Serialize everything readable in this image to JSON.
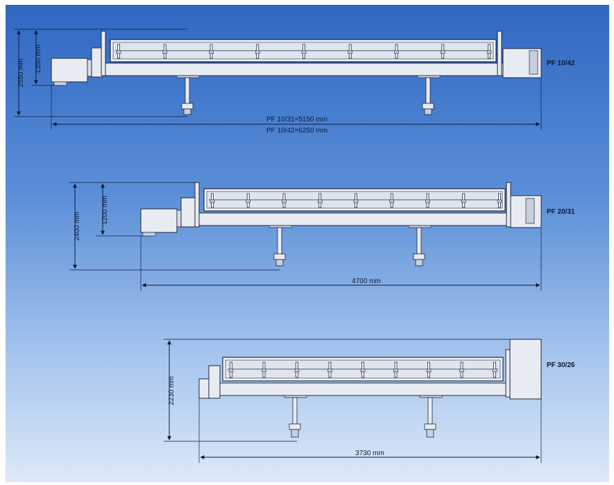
{
  "machines": [
    {
      "id": "pf1042",
      "model": "PF 10/42",
      "dim_height_total": "2550 mm",
      "dim_height_body": "1350 mm",
      "dim_length_1": "PF 10/31=5150 mm",
      "dim_length_2": "PF 10/42=6250 mm",
      "roller_count": 9
    },
    {
      "id": "pf2031",
      "model": "PF 20/31",
      "dim_height_total": "2400 mm",
      "dim_height_body": "1200 mm",
      "dim_length_1": "4700 mm",
      "roller_count": 9
    },
    {
      "id": "pf3026",
      "model": "PF 30/26",
      "dim_height_total": "2230 mm",
      "dim_length_1": "3730 mm",
      "roller_count": 9
    }
  ],
  "colors": {
    "machine_fill": "#e8ecf2",
    "machine_stroke": "#1a2540",
    "dimension_line": "#0a1a3a"
  }
}
